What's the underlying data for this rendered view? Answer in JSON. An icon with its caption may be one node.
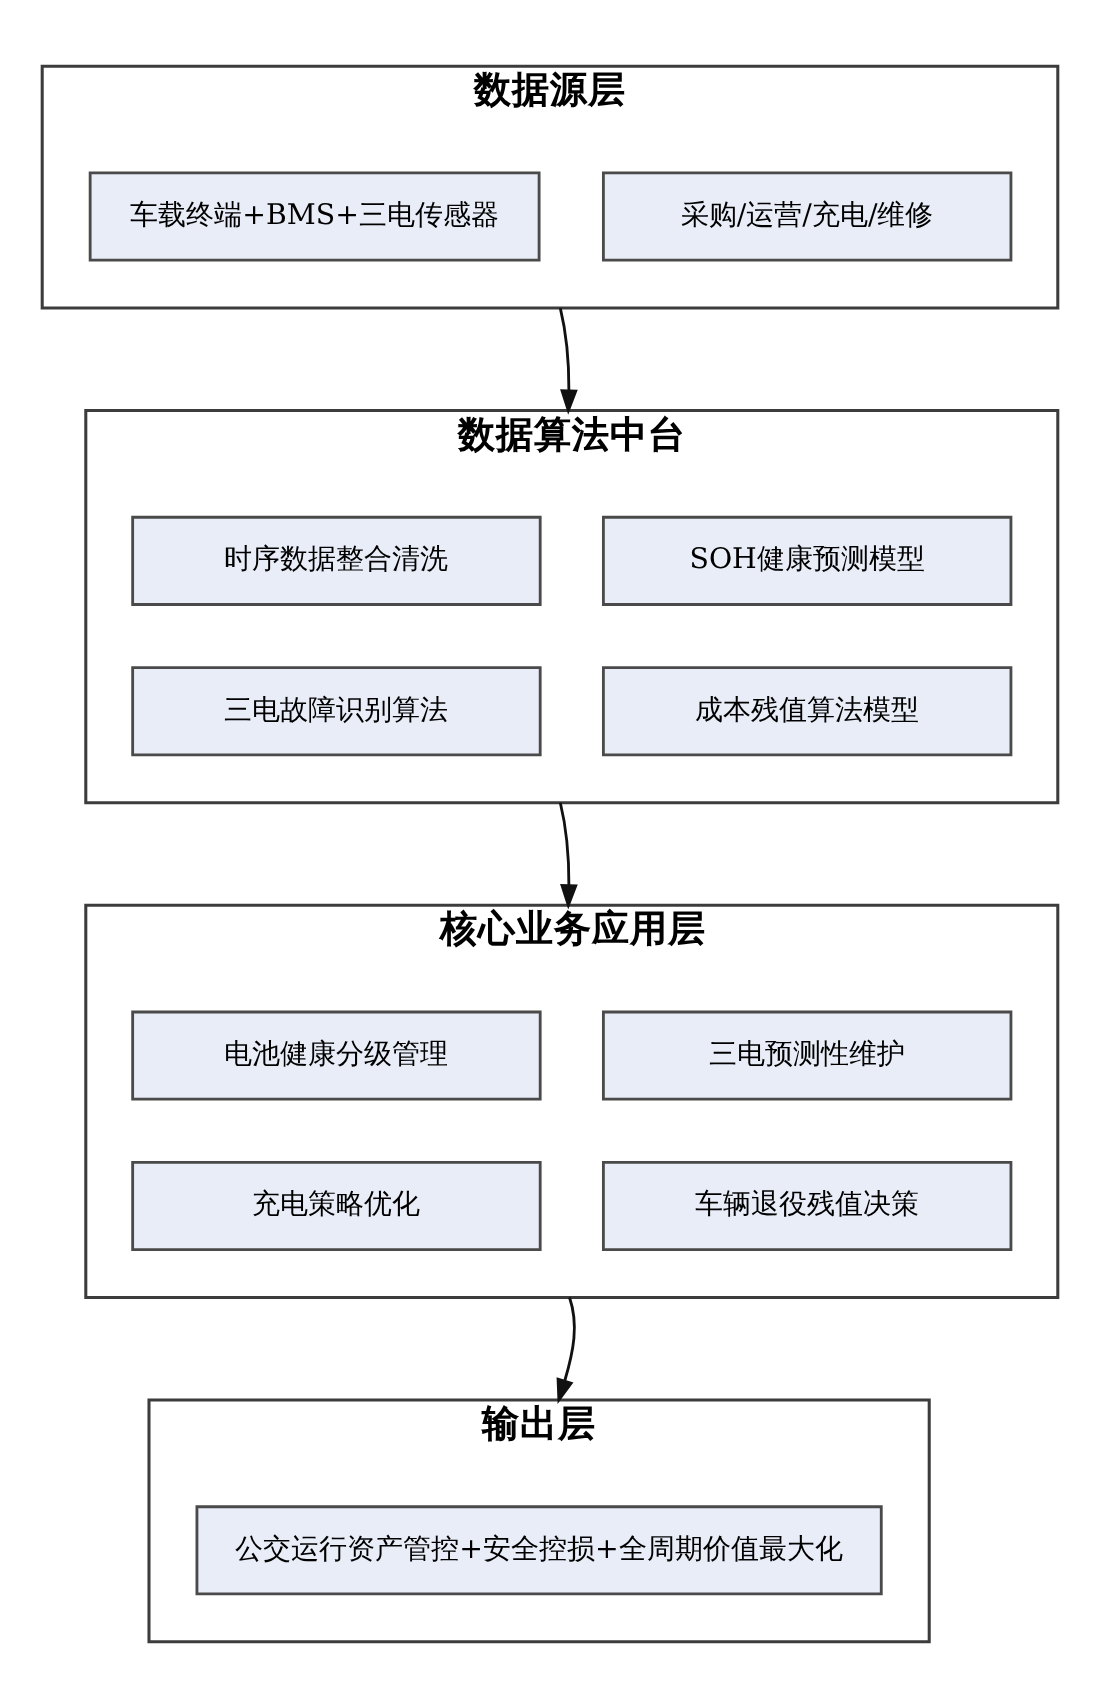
{
  "diagram": {
    "nodes": [
      {
        "text": [
          "数据源层"
        ]
      },
      {
        "text": [
          "车载终端+BMS+三电传感器"
        ],
        "in": 0
      },
      {
        "text": [
          "采购/运营/充电/维修"
        ],
        "in": 0
      },
      {
        "text": [
          "数据算法中台"
        ]
      },
      {
        "text": [
          "时序数据整合清洗"
        ],
        "in": 3
      },
      {
        "text": [
          "SOH健康预测模型"
        ],
        "in": 3
      },
      {
        "text": [
          "三电故障识别算法"
        ],
        "in": 3
      },
      {
        "text": [
          "成本残值算法模型"
        ],
        "in": 3
      },
      {
        "text": [
          "核心业务应用层"
        ]
      },
      {
        "text": [
          "电池健康分级管理"
        ],
        "in": 8
      },
      {
        "text": [
          "三电预测性维护"
        ],
        "in": 8
      },
      {
        "text": [
          "充电策略优化"
        ],
        "in": 8
      },
      {
        "text": [
          "车辆退役残值决策"
        ],
        "in": 8
      },
      {
        "text": [
          "输出层"
        ]
      },
      {
        "text": [
          "公交运行资产管控+安全控损+全周期价值最大化"
        ],
        "in": 13
      }
    ],
    "edges": [
      {
        "from": 0,
        "to": 3,
        "arrow": "to"
      },
      {
        "from": 3,
        "to": 8,
        "arrow": "to"
      },
      {
        "from": 8,
        "to": 13,
        "arrow": "to"
      }
    ]
  }
}
